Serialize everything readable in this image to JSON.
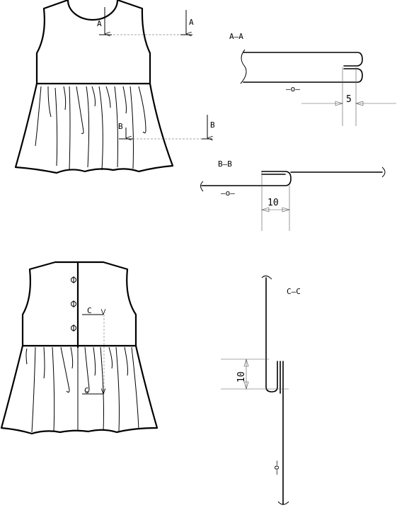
{
  "front_view": {
    "section_a_marker": "A",
    "section_b_marker": "B"
  },
  "back_view": {
    "section_c_marker": "C"
  },
  "section_aa": {
    "title": "A–A",
    "seam_mark": "–o–",
    "dimension": "5"
  },
  "section_bb": {
    "title": "B–B",
    "seam_mark": "–o–",
    "dimension": "10"
  },
  "section_cc": {
    "title": "C–C",
    "seam_mark": "–o–",
    "dimension": "10"
  }
}
